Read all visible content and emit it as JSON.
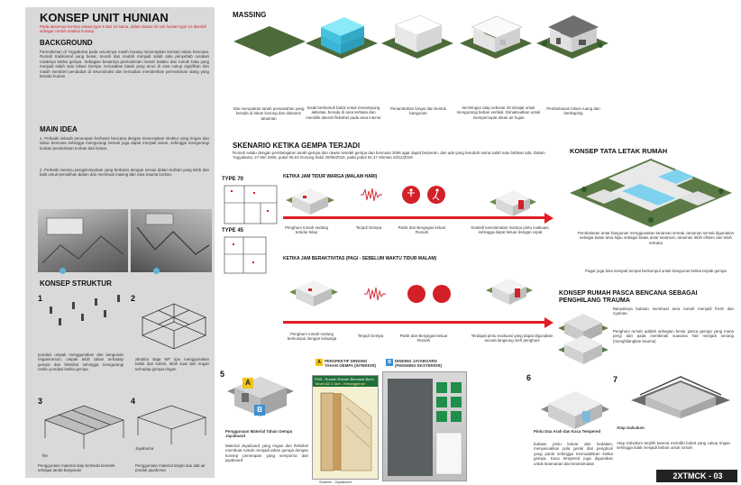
{
  "left": {
    "title": "KONSEP UNIT HUNIAN",
    "subtitle": "Pada dasarnya konsep antara type 5 dan 10 sama, dalam kasus ini unit hunian type 10 diambil sebagai contoh analisa konsep",
    "background_title": "BACKGROUND",
    "background_text": "Permukiman di Yogyakarta pada umumnya masih kurang menerapkan konsep tahan bencana. Rumah tradisional yang besar, murah dan mudah menjadi salah satu penyebab rusakan rusaknya ketika gempa. Sebagian besarnya permukiman rumah batako dan rumah bata yang menjadi salah satu lokasi Gempa. Kerusakan batak yang terus di rasa cukup signifikan dan masih memberi penduduk di rekonstruksi dan kemudian memberikan permukiman ulang yang berada hunian.",
    "main_idea_title": "MAIN IDEA",
    "main_idea_1": "1. Perbaiki sebuah penerapan berbasis bencana dengan menerapkan struktur yang ringan dan tahan bencana sehingga mengurangi bentuk juga dapat menjadi aman, sehingga mengurangi korban penderitaan korban dan keluar.",
    "main_idea_2": "2. Perbaiki memicu pengelompokan yang berbasis dengan sesuai dalam korban yang lebih dan baik untuk pemulihan dalam dan membuat masing dari rasa trauma korban.",
    "konsep_struktur_title": "KONSEP STRUKTUR",
    "struct_1_num": "1",
    "struct_2_num": "2",
    "struct_3_num": "3",
    "struct_4_num": "4",
    "struct_1_text": "pondasi umpak menggunakan dan bangunan ringan/umum, umpak lebih tahan terhadap gempa dan fleksibel sehingga mengurangi resiko pondasi ketika gempa",
    "struct_2_text": "Struktur Baja WF tipe menggunakan balok dan kolom, lebih kuat dan ringan terhadap gempa ringan",
    "struct_3_label": "Tile",
    "struct_3_text": "Penggunaan material atap berbeda keramik sebagai tanda bangunan",
    "struct_4_label": "Jayaboma",
    "struct_4_text": "Penggunaan material tangki dan alat air produk jayaboma"
  },
  "massing": {
    "title": "MASSING",
    "captions": [
      "Site merupakan tanah persawahan yang berada di lahan kosong dan ditanami tanaman",
      "kotak berbentuk balok untuk menampung aktivitas, berada di area terbuka dan memiliki daerah fleksibel pada area interior",
      "Penambahan fungsi dan bentuk bangunan",
      "kemiringan atap sebesar 30 derajat untuk mengurangi beban vertikal. Dimaksudkan untuk mempercepat aliran air hujan",
      "Pembebasan lokasi ruang dan lanskaping"
    ]
  },
  "skenario": {
    "title": "SKENARIO KETIKA GEMPA TERJADI",
    "intro": "Rumah selalu dengan pembelajaran tanah gempa dan rawan setelah gempa dan bencana 2006 agar dapat berperan, dan ada yang berubah sama salah satu bahkan ada. Dalam Yogyakarta, 27 Mei 2006, pukul 05.53 Gunung Kidul 29/06/2018, pada pukul 02.47 Sleman 20/11/2018",
    "type70": "TYPE 70",
    "type45": "TYPE 45",
    "scene1_title": "KETIKA JAM TIDUR WARGA (MALAM HARI)",
    "scene2_title": "KETIKA JAM BERAKTIVITAS (PAGI - SEBELUM WAKTU TIDUR MALAM)",
    "scene1_captions": [
      "Penghuni rumah sedang tertidur lelap",
      "Terjadi Gempa",
      "Panik dan Bergegas keluar Rumah",
      "Setelah keselamatan mampu pintu evakuasi, sehingga dapat keluar dengan cepat"
    ],
    "scene2_captions": [
      "Penghuni rumah sedang berkumpul dengan keluarga",
      "Terjadi Gempa",
      "Panik dan Bergegas keluar Rumah",
      "Terdapat pintu evakuasi yang dapat digunakan secara langsung oleh penghuni"
    ]
  },
  "tata_letak": {
    "title": "KONSEP TATA LETAK RUMAH",
    "text1": "Pembatasan antar bangunan menggunakan tanaman semak, tanaman semak digunakan sebagai batas area hijau sebagai batas antar tanaman, tanaman lebih efisien dan lebih terbuka",
    "text2": "Pagar juga bisa menjadi tempat berkumpul untuk bangunan ketika terjadi gempa"
  },
  "pasca": {
    "title": "KONSEP RUMAH PASCA BENCANA SEBAGAI PENGHILANG TRAUMA",
    "text1": "Banyaknya bukaan membuat area rumah menjadi fresh dan nyaman.",
    "text2": "Penghuni rumah adalah sebagian besar pasca gempa yang mana pergi dari pada menikmati suasana hati menjadi senang (menghilangkan trauma)"
  },
  "bottom": {
    "n5": "5",
    "n6": "6",
    "n7": "7",
    "a_label": "A",
    "b_label": "B",
    "a_title": "PERSPEKTIF DINDING TAHAN GEMPA (INTERIOR)",
    "b_title": "DINDING JAYABOARD (FINISHING EKSTERIOR)",
    "material_title": "Penggunaan Material Tahan Gempa Jayaboard",
    "material_text": "Material Jayaboard yang ringan dan fleksibel membuat rumah menjadi tahan gempa dengan konsep penerapan yang sempurna dari jayaboard",
    "sign_title": "PKB - Rumah Ramah Bencana Bumi",
    "sign_subtitle": "Tahan Air 2 Jam - Ketangguhan Optimal",
    "sumber": "Sumber : Jayaboard",
    "pintu_title": "Pintu Dua Arah dan Kaca Tempered",
    "pintu_text": "bukaan pintu keluar dan kedalam, menyesuaikan pola gerak dari penghuni yang panik sehingga memudahkan ketika gempa. Kaca tempered juga digunakan untuk keamanan dan keselamatan",
    "atap_title": "Atap Galvalum",
    "atap_text": "Atap Galvalum terpilih karena memiliki bobot yang cukup ringan sehingga tidak menjadi beban untuk rumah",
    "page_code": "2XTMCK - 03"
  }
}
